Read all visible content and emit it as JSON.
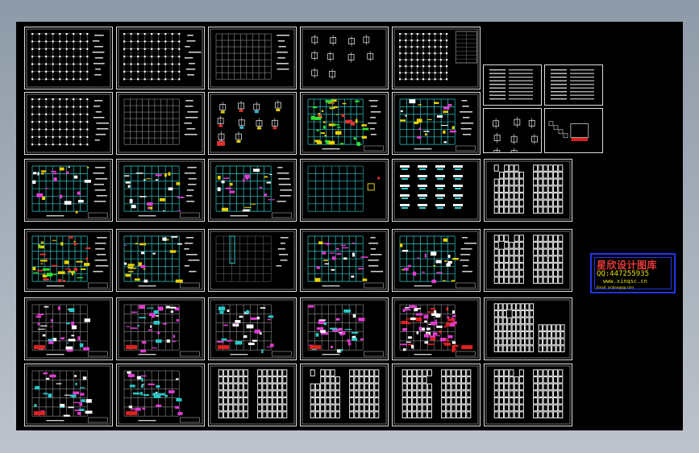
{
  "viewport": {
    "background": "#000000",
    "accent_blue": "#2036e8"
  },
  "sheets": [
    {
      "kind": "grid-dots"
    },
    {
      "kind": "grid-dots"
    },
    {
      "kind": "grid-plain"
    },
    {
      "kind": "details"
    },
    {
      "kind": "grid-table"
    },
    {
      "kind": "grid-dots"
    },
    {
      "kind": "grid-plain"
    },
    {
      "kind": "details-color"
    },
    {
      "kind": "plan-yellow"
    },
    {
      "kind": "plan-cyan"
    },
    {
      "kind": "plan-cyan"
    },
    {
      "kind": "plan-cyan"
    },
    {
      "kind": "plan-cyan"
    },
    {
      "kind": "plan-cyan-sparse"
    },
    {
      "kind": "details-cyan"
    },
    {
      "kind": "elevation"
    },
    {
      "kind": "plan-yellow"
    },
    {
      "kind": "plan-cyan"
    },
    {
      "kind": "plan-sparse"
    },
    {
      "kind": "plan-cyan"
    },
    {
      "kind": "plan-cyan"
    },
    {
      "kind": "elevation"
    },
    {
      "kind": "plan-magenta"
    },
    {
      "kind": "plan-magenta"
    },
    {
      "kind": "plan-magenta"
    },
    {
      "kind": "plan-magenta"
    },
    {
      "kind": "plan-magenta-dense"
    },
    {
      "kind": "elevation-wide"
    },
    {
      "kind": "plan-magenta"
    },
    {
      "kind": "plan-magenta"
    },
    {
      "kind": "elevation"
    },
    {
      "kind": "elevation"
    },
    {
      "kind": "elevation"
    },
    {
      "kind": "elevation"
    }
  ],
  "table_sheets": [
    {
      "kind": "table"
    },
    {
      "kind": "table"
    },
    {
      "kind": "notes"
    },
    {
      "kind": "legend"
    }
  ],
  "watermark": {
    "title": "星欣设计图库",
    "qq": "QQ:447255935",
    "url": "www.xinqsc.cn",
    "email": "Email: xinbao@qq.com"
  }
}
